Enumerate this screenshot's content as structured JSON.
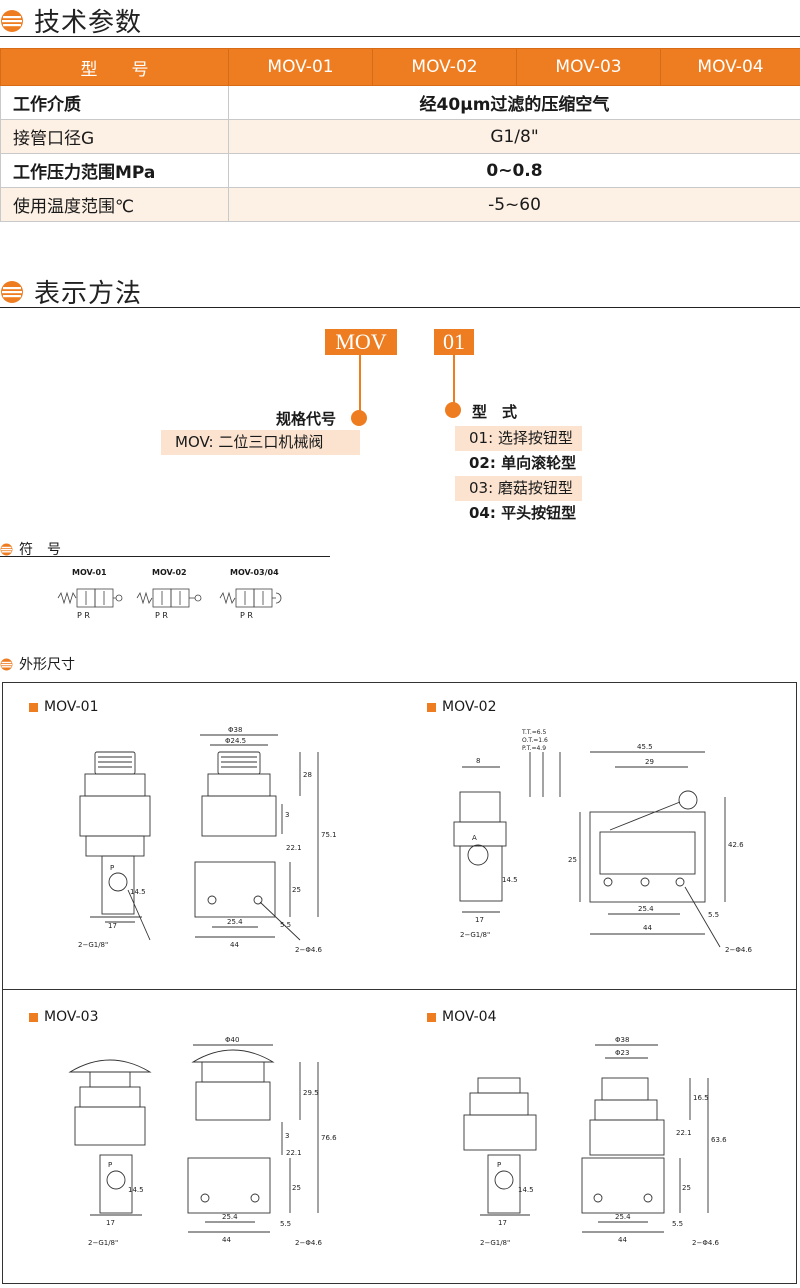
{
  "sections": {
    "tech_params": "技术参数",
    "notation": "表示方法",
    "symbol": "符　号",
    "dimensions": "外形尺寸"
  },
  "params": {
    "header": [
      "型　　号",
      "MOV-01",
      "MOV-02",
      "MOV-03",
      "MOV-04"
    ],
    "rows": [
      {
        "label": "工作介质",
        "value": "经40μm过滤的压缩空气"
      },
      {
        "label": "接管口径G",
        "value": "G1/8\""
      },
      {
        "label": "工作压力范围MPa",
        "value": "0~0.8"
      },
      {
        "label": "使用温度范围℃",
        "value": "-5~60"
      }
    ]
  },
  "ordering": {
    "code_series": "MOV",
    "code_type": "01",
    "series_title": "规格代号",
    "series_desc": "MOV: 二位三口机械阀",
    "type_title": "型　式",
    "types": [
      "01: 选择按钮型",
      "02: 单向滚轮型",
      "03: 磨菇按钮型",
      "04: 平头按钮型"
    ]
  },
  "symbols": [
    "MOV-01",
    "MOV-02",
    "MOV-03/04"
  ],
  "symbol_port": "P R",
  "models": [
    "MOV-01",
    "MOV-02",
    "MOV-03",
    "MOV-04"
  ],
  "dims": {
    "d38": "Φ38",
    "d245": "Φ24.5",
    "d40": "Φ40",
    "d23": "Φ23",
    "h28": "28",
    "h3": "3",
    "h221": "22.1",
    "h751": "75.1",
    "h25": "25",
    "w254": "25.4",
    "w44": "44",
    "h55": "5.5",
    "hole": "2−Φ4.6",
    "port": "2−G1/8\"",
    "w17": "17",
    "h145": "14.5",
    "p": "P",
    "w455": "45.5",
    "w29": "29",
    "h426": "42.6",
    "w8": "8",
    "a": "A",
    "pt": "P.T.=4.9",
    "ot": "O.T.=1.6",
    "tt": "T.T.=6.5",
    "h295": "29.5",
    "h766": "76.6",
    "h165": "16.5",
    "h636": "63.6"
  },
  "colors": {
    "accent": "#ee7d22",
    "shade": "#fdf0e4"
  }
}
